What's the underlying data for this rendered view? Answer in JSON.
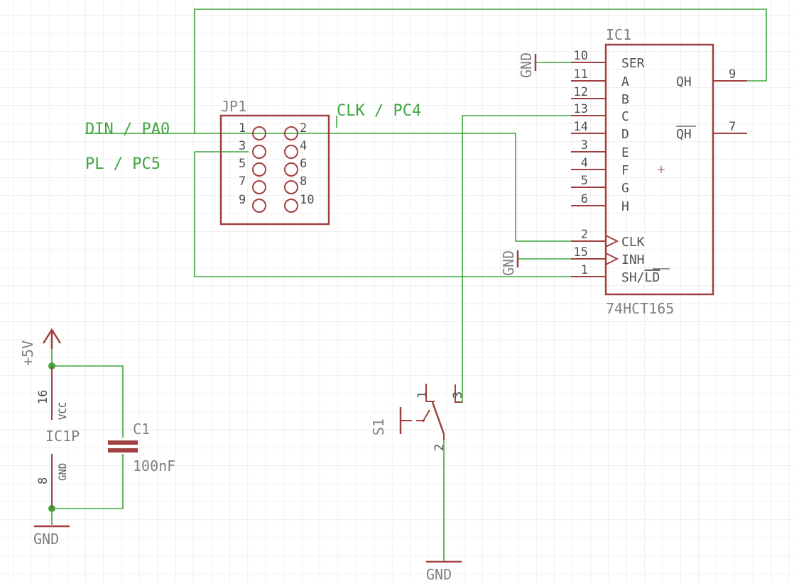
{
  "nets": {
    "din": "DIN / PA0",
    "pl": "PL / PC5",
    "clk": "CLK / PC4"
  },
  "jp1": {
    "name": "JP1",
    "pins_odd": [
      "1",
      "3",
      "5",
      "7",
      "9"
    ],
    "pins_even": [
      "2",
      "4",
      "6",
      "8",
      "10"
    ]
  },
  "ic1": {
    "name": "IC1",
    "value": "74HCT165",
    "left_pins": [
      {
        "num": "10",
        "name": "SER"
      },
      {
        "num": "11",
        "name": "A"
      },
      {
        "num": "12",
        "name": "B"
      },
      {
        "num": "13",
        "name": "C"
      },
      {
        "num": "14",
        "name": "D"
      },
      {
        "num": "3",
        "name": "E"
      },
      {
        "num": "4",
        "name": "F"
      },
      {
        "num": "5",
        "name": "G"
      },
      {
        "num": "6",
        "name": "H"
      }
    ],
    "clk_pin": {
      "num": "2",
      "name": "CLK"
    },
    "inh_pin": {
      "num": "15",
      "name": "INH"
    },
    "shld_pin": {
      "num": "1",
      "name_sh": "SH/",
      "name_ld": "LD"
    },
    "qh_pin": {
      "num": "9",
      "name": "QH"
    },
    "qh_bar_pin": {
      "num": "7",
      "name": "QH"
    }
  },
  "power": {
    "gnd": "GND",
    "vcc_label": "+5V",
    "ic1p_name": "IC1P",
    "vcc_pin": {
      "num": "16",
      "name": "VCC"
    },
    "gnd_pin": {
      "num": "8",
      "name": "GND"
    }
  },
  "c1": {
    "name": "C1",
    "value": "100nF"
  },
  "s1": {
    "name": "S1",
    "pins": [
      "1",
      "2",
      "3"
    ]
  },
  "colors": {
    "symbol": "#a04040",
    "wire": "#3fa53f",
    "grid": "#e3e3e3",
    "label": "#808080"
  }
}
